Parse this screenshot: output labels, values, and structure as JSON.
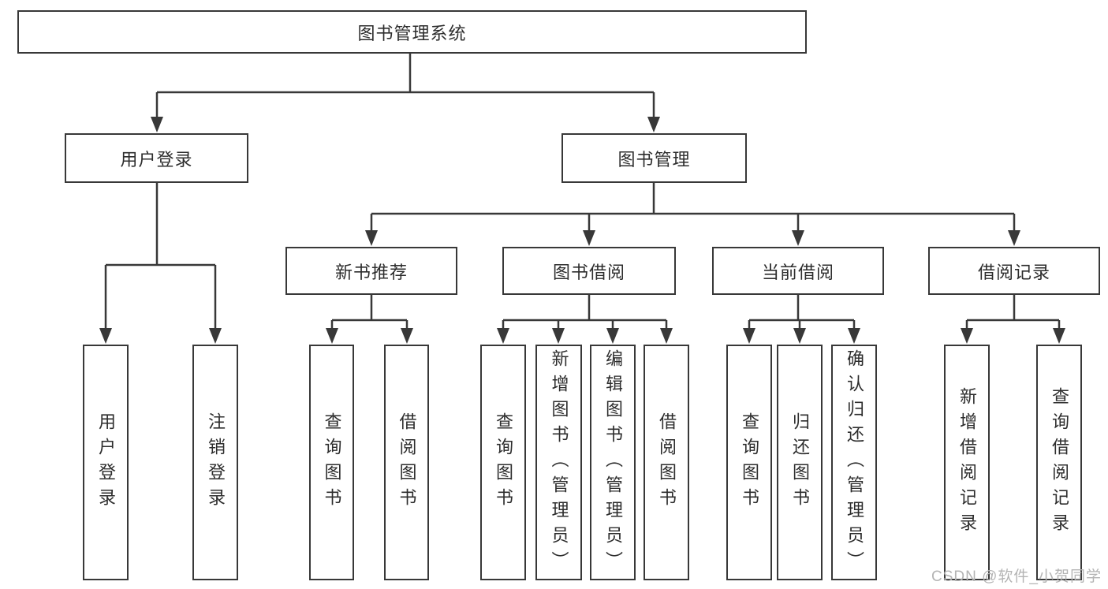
{
  "diagram": {
    "root": {
      "label": "图书管理系统",
      "children": [
        {
          "label": "用户登录",
          "children": [
            {
              "label": "用户登录"
            },
            {
              "label": "注销登录"
            }
          ]
        },
        {
          "label": "图书管理",
          "children": [
            {
              "label": "新书推荐",
              "children": [
                {
                  "label": "查询图书"
                },
                {
                  "label": "借阅图书"
                }
              ]
            },
            {
              "label": "图书借阅",
              "children": [
                {
                  "label": "查询图书"
                },
                {
                  "label": "新增图书（管理员）"
                },
                {
                  "label": "编辑图书（管理员）"
                },
                {
                  "label": "借阅图书"
                }
              ]
            },
            {
              "label": "当前借阅",
              "children": [
                {
                  "label": "查询图书"
                },
                {
                  "label": "归还图书"
                },
                {
                  "label": "确认归还（管理员）"
                }
              ]
            },
            {
              "label": "借阅记录",
              "children": [
                {
                  "label": "新增借阅记录"
                },
                {
                  "label": "查询借阅记录"
                }
              ]
            }
          ]
        }
      ]
    },
    "watermark": "CSDN @软件_小贺同学",
    "colors": {
      "line": "#383838",
      "text": "#2d2d2d",
      "watermark_gray": "#b4b4b4",
      "background": "#ffffff"
    }
  }
}
